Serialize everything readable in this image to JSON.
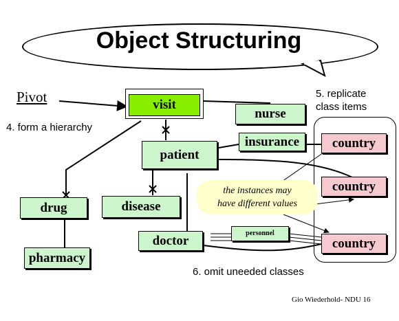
{
  "title": "Object Structuring",
  "pivot": "Pivot",
  "notes": {
    "replicate": [
      "5. replicate",
      "class items"
    ],
    "hierarchy": "4. form a hierarchy",
    "omit": "6. omit uneeded classes"
  },
  "boxes": {
    "visit": "visit",
    "nurse": "nurse",
    "insurance": "insurance",
    "patient": "patient",
    "drug": "drug",
    "disease": "disease",
    "pharmacy": "pharmacy",
    "doctor": "doctor",
    "personnel": "personnel",
    "country1": "country",
    "country2": "country",
    "country3": "country"
  },
  "callout": [
    "the instances may",
    "have different values"
  ],
  "credit": "Gio Wiederhold- NDU 16",
  "colors": {
    "entity": "#ccf5cc",
    "pivot_entity": "#88ee00",
    "country": "#f6c8cf",
    "callout": "#ffffcc"
  }
}
